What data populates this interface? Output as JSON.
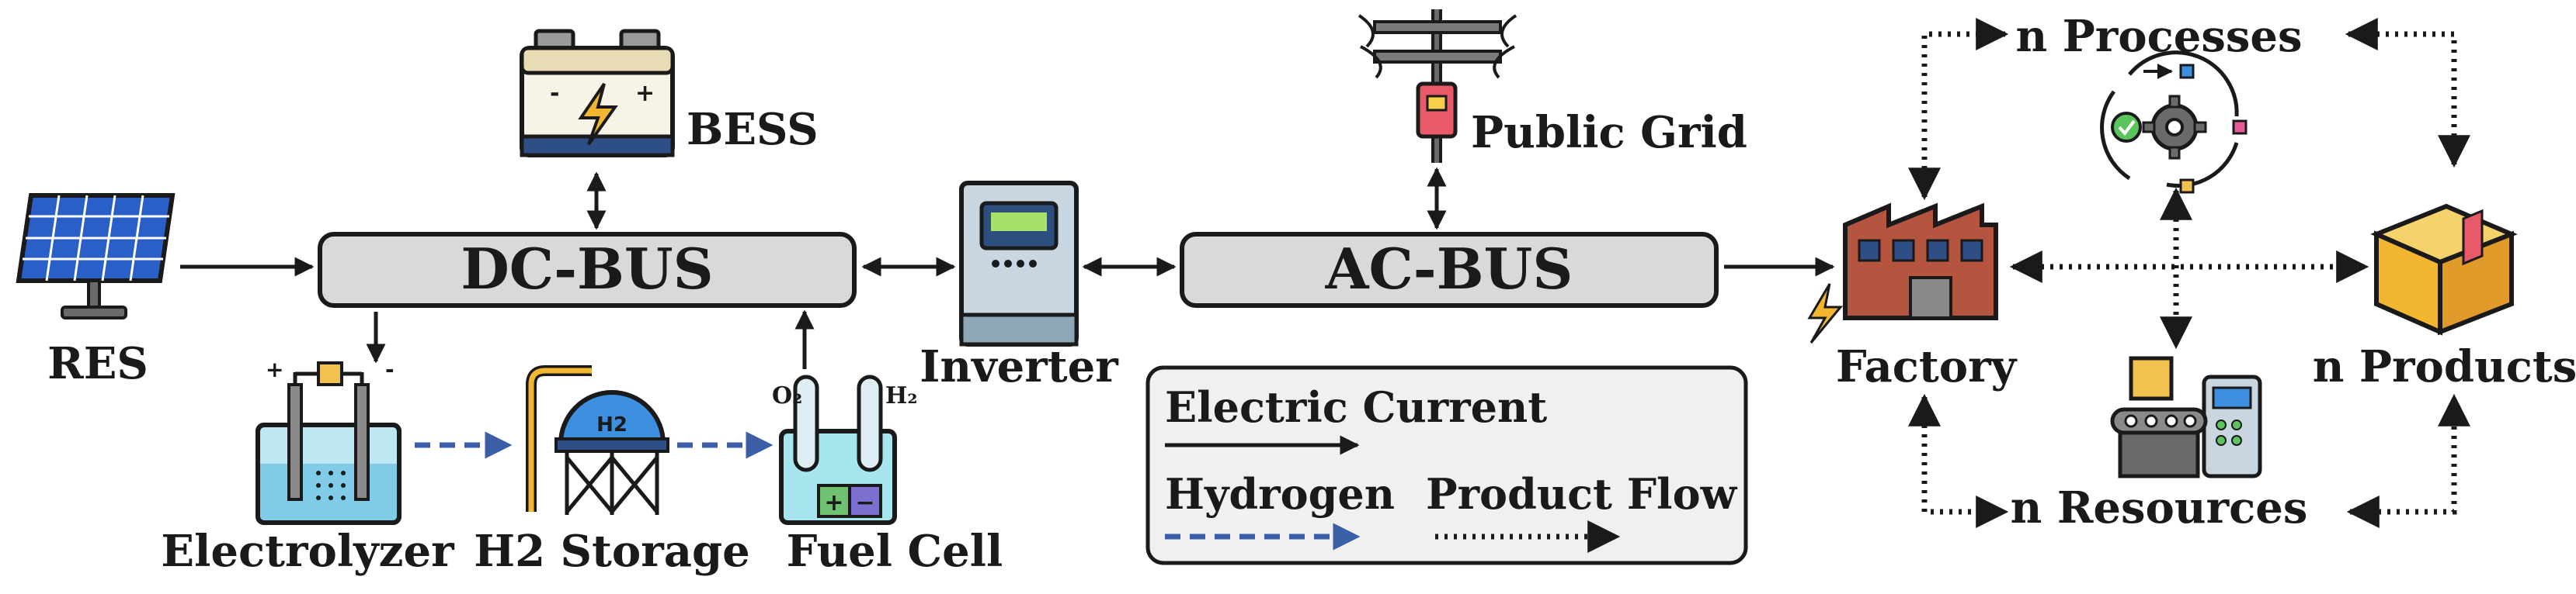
{
  "buses": {
    "dc": "DC-BUS",
    "ac": "AC-BUS"
  },
  "nodes": {
    "res": "RES",
    "bess": "BESS",
    "public_grid": "Public Grid",
    "inverter": "Inverter",
    "electrolyzer": "Electrolyzer",
    "h2_storage": "H2 Storage",
    "fuel_cell": "Fuel Cell",
    "factory": "Factory",
    "processes": "n Processes",
    "products": "n Products",
    "resources": "n Resources"
  },
  "icon_text": {
    "h2_tank": "H2",
    "o2": "O₂",
    "h2_gas": "H₂",
    "plus": "+",
    "minus": "−"
  },
  "legend": {
    "electric_current": "Electric Current",
    "hydrogen": "Hydrogen",
    "product_flow": "Product Flow"
  },
  "colors": {
    "bus_fill": "#d9d9d9",
    "stroke": "#1a1a1a",
    "hydrogen_arrow": "#3a5fa6",
    "solar_blue": "#2a5fc8",
    "tank_blue": "#3d8fe0",
    "factory_brown": "#b5553f",
    "box_tan": "#f2c14e",
    "legend_fill": "#f0f0f0"
  }
}
